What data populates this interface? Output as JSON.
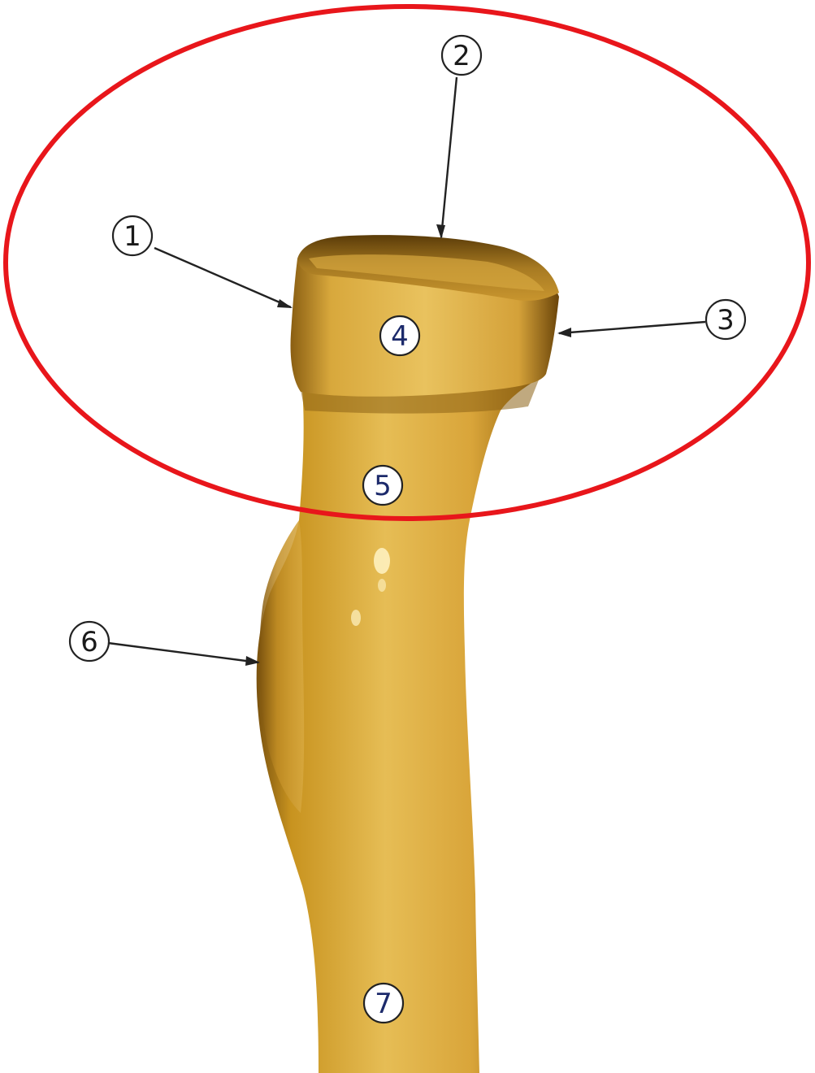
{
  "colors": {
    "background": "#ffffff",
    "bone_light": "#e0b445",
    "bone_mid": "#c9941f",
    "bone_dark": "#6e4a0c",
    "highlight_ellipse": "#e8161b",
    "leader_line": "#222222"
  },
  "labels": [
    {
      "id": "1",
      "text": "1"
    },
    {
      "id": "2",
      "text": "2"
    },
    {
      "id": "3",
      "text": "3"
    },
    {
      "id": "4",
      "text": "4"
    },
    {
      "id": "5",
      "text": "5"
    },
    {
      "id": "6",
      "text": "6"
    },
    {
      "id": "7",
      "text": "7"
    }
  ]
}
